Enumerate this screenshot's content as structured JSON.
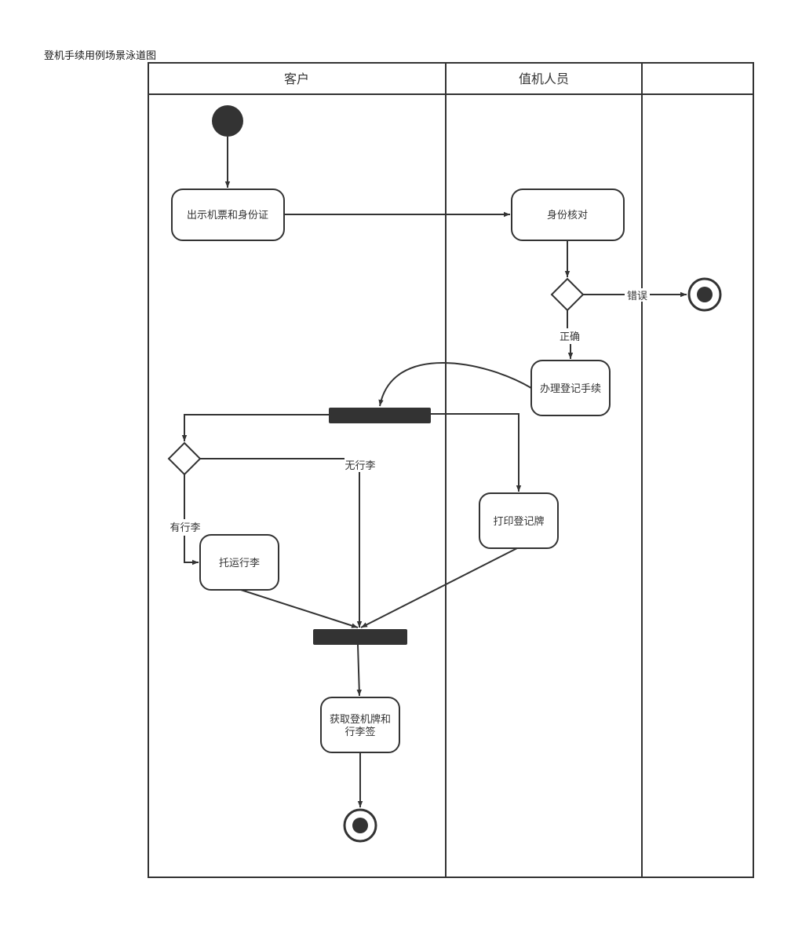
{
  "diagram": {
    "title": "登机手续用例场景泳道图",
    "lanes": [
      {
        "id": "customer",
        "label": "客户"
      },
      {
        "id": "agent",
        "label": "值机人员"
      },
      {
        "id": "third",
        "label": ""
      }
    ],
    "nodes": {
      "show_ticket": {
        "type": "action",
        "lane": "customer",
        "label": "出示机票和身份证"
      },
      "verify_id": {
        "type": "action",
        "lane": "agent",
        "label": "身份核对"
      },
      "process_checkin": {
        "type": "action",
        "lane": "agent",
        "label": "办理登记手续"
      },
      "print_pass": {
        "type": "action",
        "lane": "agent",
        "label": "打印登记牌"
      },
      "check_luggage": {
        "type": "action",
        "lane": "customer",
        "label": "托运行李"
      },
      "get_pass": {
        "type": "action",
        "lane": "customer",
        "label_line1": "获取登机牌和",
        "label_line2": "行李签"
      }
    },
    "edges": {
      "wrong": "错误",
      "correct": "正确",
      "no_luggage": "无行李",
      "has_luggage": "有行李"
    }
  }
}
